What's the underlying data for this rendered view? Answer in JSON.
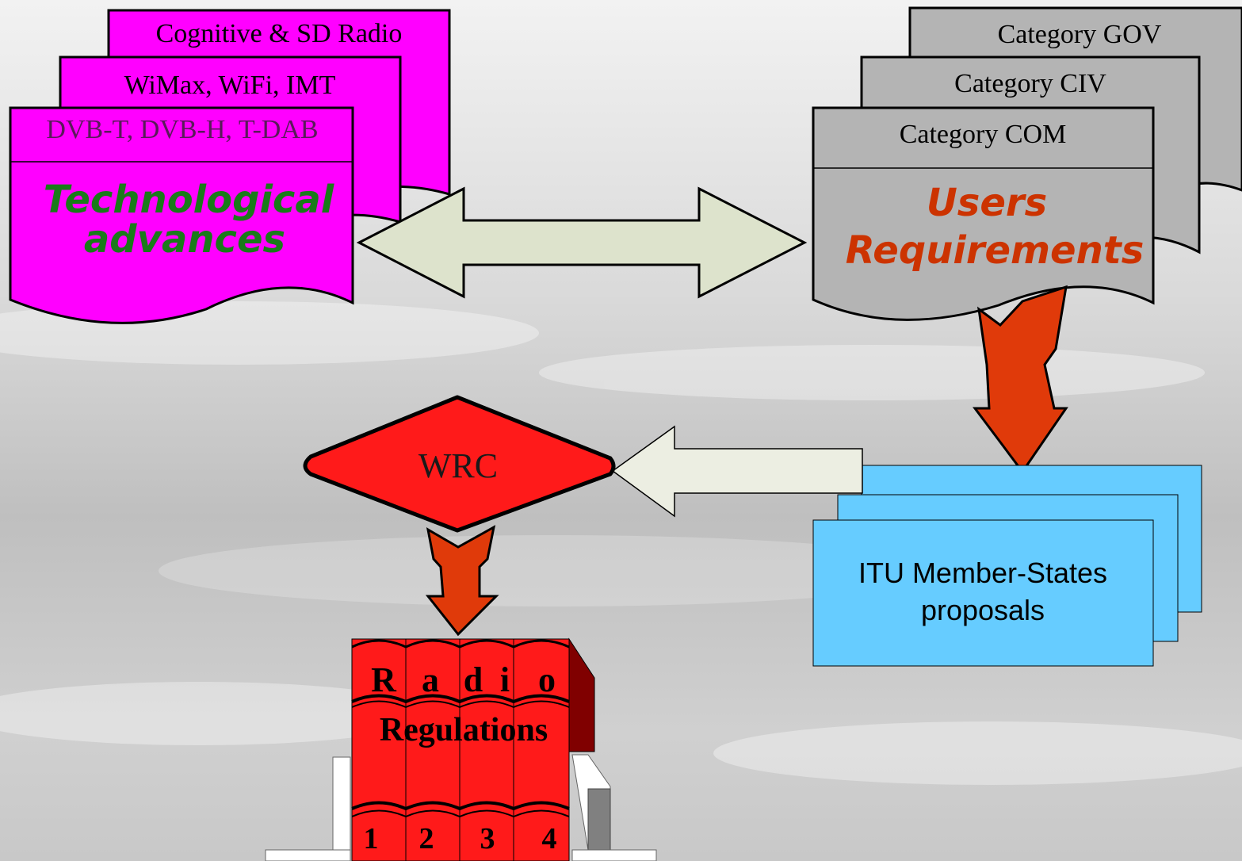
{
  "colors": {
    "magenta": "#ff00ff",
    "green_text": "#1a7a1a",
    "dark_text": "#5a1a5a",
    "grey_doc": "#b4b4b4",
    "orange_text": "#cc3300",
    "arrow_fill": "#dde3cc",
    "red_arrow": "#e03a0a",
    "wrc_red": "#ff1a1a",
    "proposal_blue": "#66ccff",
    "book_red": "#ff1a1a"
  },
  "tech": {
    "doc1": "Cognitive & SD Radio",
    "doc2": "WiMax, WiFi, IMT",
    "doc3": "DVB-T, DVB-H, T-DAB",
    "title_line1": "Technological",
    "title_line2": "advances"
  },
  "users": {
    "cat_gov": "Category GOV",
    "cat_civ": "Category CIV",
    "cat_com": "Category COM",
    "title_line1": "Users",
    "title_line2": "Requirements"
  },
  "wrc": {
    "label": "WRC"
  },
  "proposals": {
    "line1": "ITU Member-States",
    "line2": "proposals"
  },
  "books": {
    "title_letters": [
      "R",
      "a",
      "d",
      "i",
      "o"
    ],
    "subtitle": "Regulations",
    "volumes": [
      "1",
      "2",
      "3",
      "4"
    ]
  }
}
